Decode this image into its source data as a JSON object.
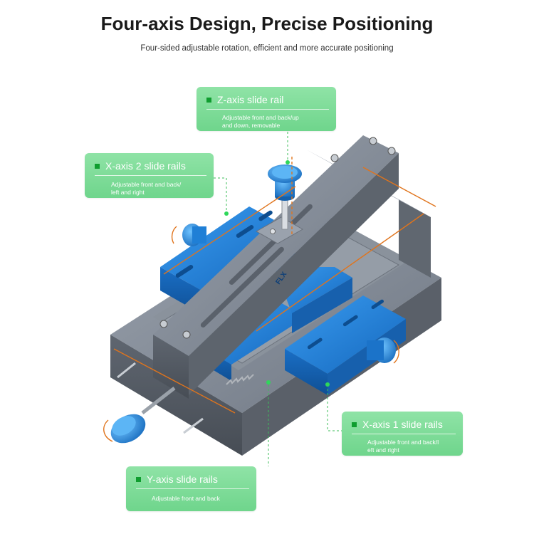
{
  "header": {
    "title": "Four-axis Design, Precise Positioning",
    "subtitle": "Four-sided adjustable rotation, efficient and more accurate positioning"
  },
  "callouts": {
    "z_axis": {
      "title": "Z-axis slide rail",
      "desc_line1": "Adjustable front and back/up",
      "desc_line2": "and down, removable"
    },
    "x_axis_2": {
      "title": "X-axis 2 slide rails",
      "desc_line1": "Adjustable front and back/",
      "desc_line2": "left and right"
    },
    "x_axis_1": {
      "title": "X-axis 1 slide rails",
      "desc_line1": "Adjustable front and back/l",
      "desc_line2": "eft and right"
    },
    "y_axis": {
      "title": "Y-axis slide rails",
      "desc_line1": "Adjustable front and back"
    }
  },
  "product": {
    "logo_text": "FLX"
  },
  "colors": {
    "callout_green": "#7bdc94",
    "marker_green": "#0f9d2f",
    "guide_line": "#3cbe5a",
    "clamp_blue": "#1f7fd6",
    "frame_gray": "#7d8591",
    "arrow_orange": "#e0741c"
  }
}
